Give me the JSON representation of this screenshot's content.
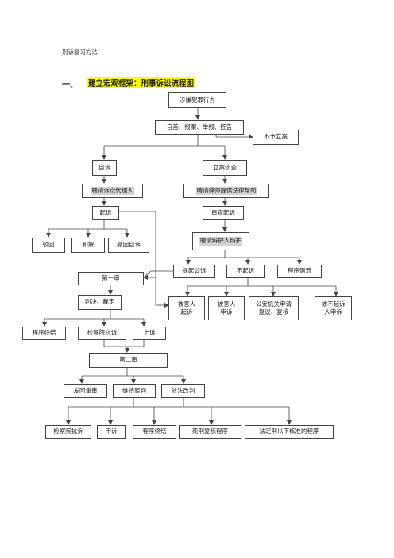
{
  "header": {
    "doc_title": "刑诉复习方法"
  },
  "section": {
    "number": "一、",
    "title": "建立宏观框架：刑事诉讼流程图"
  },
  "nodes": {
    "suspected_crime": "涉嫌犯罪行为",
    "report": "自首、报案、举报、控告",
    "no_filing": "不予立案",
    "private_prosecution": "自诉",
    "filing_investigation": "立案侦查",
    "hire_agent": "聘请诉讼代理人",
    "hire_lawyer_help": "聘请律师提供法律帮助",
    "file_suit": "起诉",
    "review_prosecution": "审查起诉",
    "dismissal": "驳回",
    "settlement": "和解",
    "withdraw": "撤回自诉",
    "hire_defender": "聘请辩护人辩护",
    "public_prosecution": "提起公诉",
    "non_prosecution": "不起诉",
    "procedure_reversal": "程序倒流",
    "first_instance": "第一审",
    "judgment": "判决、裁定",
    "victim_prosecute": [
      "被害人",
      "起诉"
    ],
    "victim_appeal": [
      "被害人",
      "申诉"
    ],
    "police_review": [
      "公安机关申请",
      "复议、复核"
    ],
    "nonpros_appeal": [
      "被不起诉",
      "人申诉"
    ],
    "procedure_end_1": "程序终结",
    "procuratorate_protest_1": "检察院抗诉",
    "appeal": "上诉",
    "second_instance": "第二审",
    "remand_retrial": "发回重审",
    "uphold": "维持原判",
    "revise": "依法改判",
    "procuratorate_protest_2": "检察院抗诉",
    "petition": "申诉",
    "procedure_end_2": "程序终结",
    "death_review": "死刑复核程序",
    "below_statutory": "法定刑以下核准的程序"
  },
  "colors": {
    "highlight": "#ffff00",
    "gray_fill": "#d3d3d3",
    "line": "#444444"
  },
  "icons": {
    "arrow": "arrowhead"
  }
}
